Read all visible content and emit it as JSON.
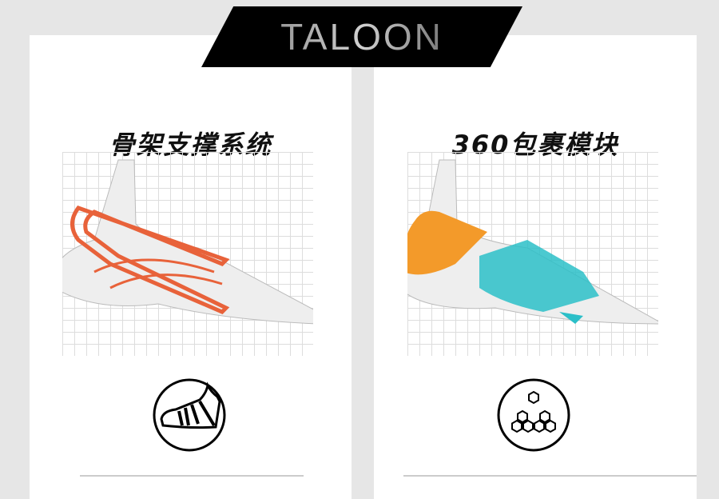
{
  "logo": {
    "text": "TALOON"
  },
  "left": {
    "title": "骨架支撑系统",
    "accent": "#e8623a",
    "icon": "shoe-icon"
  },
  "right": {
    "title": "360包裹模块",
    "accents": [
      "#f39a2a",
      "#2bbfc8"
    ],
    "icon": "hexagon-cluster-icon"
  }
}
